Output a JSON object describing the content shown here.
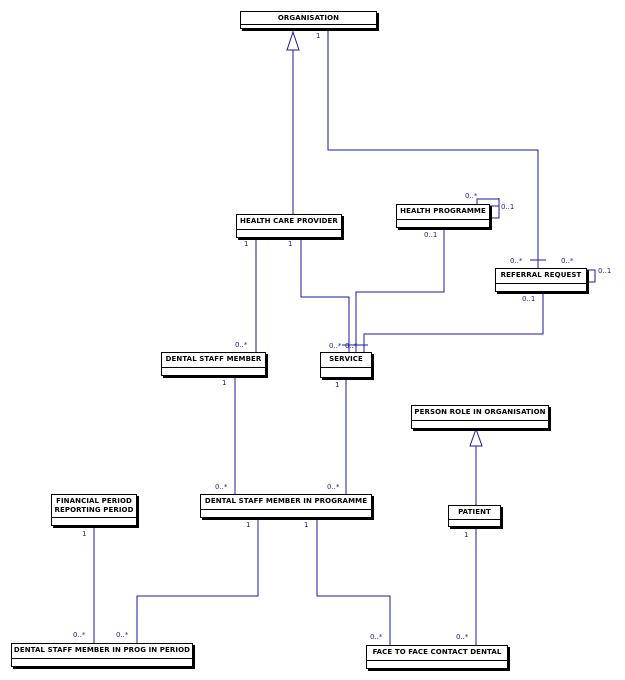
{
  "diagram": {
    "classes": {
      "organisation": "ORGANISATION",
      "health_care_provider": "HEALTH CARE PROVIDER",
      "health_programme": "HEALTH PROGRAMME",
      "referral_request": "REFERRAL REQUEST",
      "dental_staff_member": "DENTAL STAFF MEMBER",
      "service": "SERVICE",
      "person_role_in_organisation": "PERSON ROLE IN ORGANISATION",
      "financial_period": "FINANCIAL PERIOD\nREPORTING PERIOD",
      "dental_staff_member_in_programme": "DENTAL STAFF MEMBER IN PROGRAMME",
      "patient": "PATIENT",
      "dental_staff_member_in_prog_in_period": "DENTAL STAFF MEMBER IN PROG IN PERIOD",
      "face_to_face_contact_dental": "FACE TO FACE CONTACT DENTAL"
    },
    "multiplicities": {
      "org_one": "1",
      "hp_self_many": "0..*",
      "hp_self_one": "0..1",
      "rr_org_many": "0..*",
      "rr_self_many": "0..*",
      "rr_self_one": "0..1",
      "hcp_left_one": "1",
      "hcp_mid_one": "1",
      "hp_service_one": "0..1",
      "rr_service_one": "0..1",
      "dsm_hcp_many": "0..*",
      "service_many_a": "0..*",
      "service_many_b": "0..*",
      "dsm_one": "1",
      "service_one": "1",
      "dsmp_dsm_many": "0..*",
      "dsmp_service_many": "0..*",
      "fp_one": "1",
      "dsmp_left_one": "1",
      "dsmp_right_one": "1",
      "patient_one": "1",
      "dsmpp_fp_many": "0..*",
      "dsmpp_dsmp_many": "0..*",
      "f2f_dsmp_many": "0..*",
      "f2f_patient_many": "0..*"
    }
  },
  "colors": {
    "line": "#1a1aa0",
    "box_border": "#000000",
    "box_shadow": "#000000",
    "label": "#1a1aa0"
  }
}
